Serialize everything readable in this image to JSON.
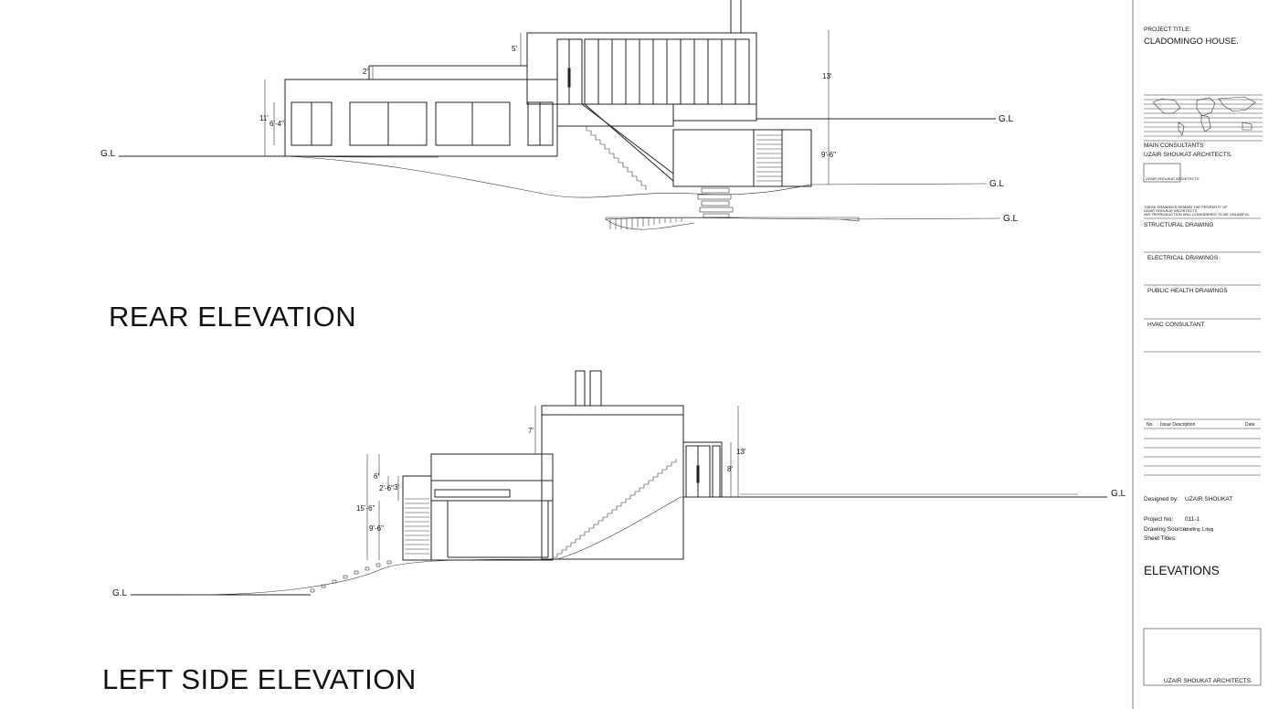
{
  "drawing": {
    "ground_label": "G.L",
    "rear": {
      "title": "REAR ELEVATION",
      "dims": [
        "5'",
        "2'",
        "11'",
        "6'-4\"",
        "13'",
        "9'-6\""
      ]
    },
    "left": {
      "title": "LEFT SIDE ELEVATION",
      "dims": [
        "7'",
        "13'",
        "8'",
        "6'",
        "2'-6\"",
        "3'",
        "15'-6\"",
        "9'-6\""
      ]
    }
  },
  "title_block": {
    "project_title_label": "PROJECT TITLE:",
    "project_title": "CLADOMINGO HOUSE.",
    "main_consultants": "MAIN CONSULTANTS",
    "consultant_name": "UZAIR SHOUKAT ARCHITECTS.",
    "logo_small_text": "UZAIR SHOUKAT ARCHITECTS",
    "notice_lines": [
      "THESE DRAWINGS REMAIN THE PROPERTY OF",
      "UZAIR SHOUKAT ARCHITECTS",
      "ANY REPRODUCTION WILL CONSIDERED TO BE UNLAWFUL"
    ],
    "sections": [
      "STRUCTURAL DRAWING",
      "ELECTRICAL DRAWINGS",
      "PUBLIC HEALTH DRAWINGS",
      "HVAC CONSULTANT"
    ],
    "issue_headers": {
      "no": "No.",
      "description": "Issue Description",
      "date": "Date"
    },
    "designed_by_label": "Designed by:",
    "designed_by": "UZAIR SHOUKAT",
    "project_no_label": "Project No:",
    "project_no": "011-1",
    "drawing_source_label": "Drawing Source:",
    "drawing_source": "drafting 1.dwg",
    "sheet_titles_label": "Sheet Titles:",
    "sheet_title": "ELEVATIONS",
    "stamp_text": "UZAIR SHOUKAT ARCHITECTS."
  }
}
